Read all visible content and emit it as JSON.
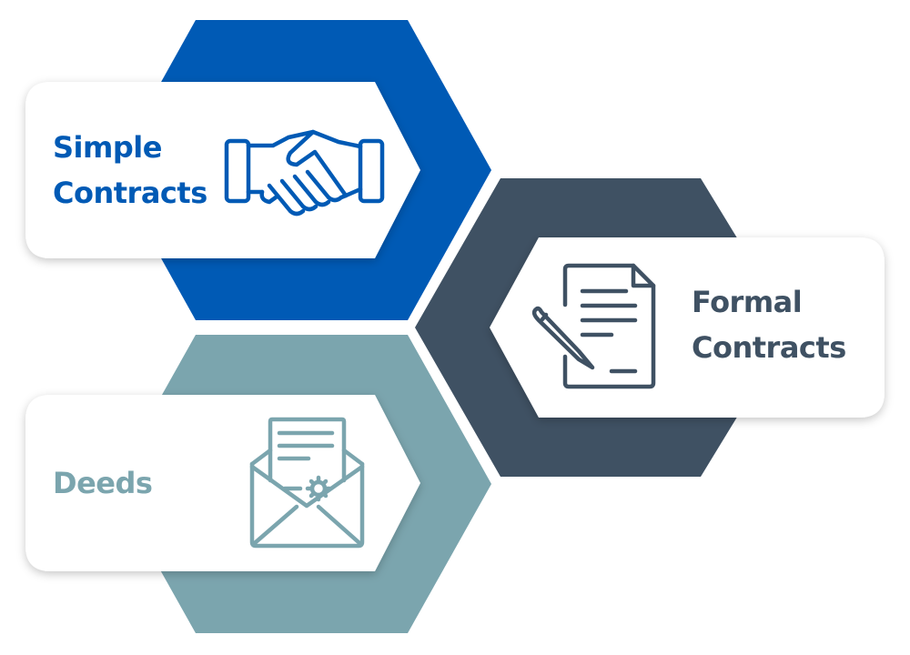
{
  "colors": {
    "simple": "#005ab5",
    "formal": "#3f5163",
    "deeds": "#7ba5ae",
    "card": "#ffffff"
  },
  "cards": [
    {
      "id": "simple",
      "lines": [
        "Simple",
        "Contracts"
      ],
      "icon": "handshake-icon"
    },
    {
      "id": "formal",
      "lines": [
        "Formal",
        "Contracts"
      ],
      "icon": "document-pen-icon"
    },
    {
      "id": "deeds",
      "lines": [
        "Deeds"
      ],
      "icon": "sealed-envelope-icon"
    }
  ]
}
